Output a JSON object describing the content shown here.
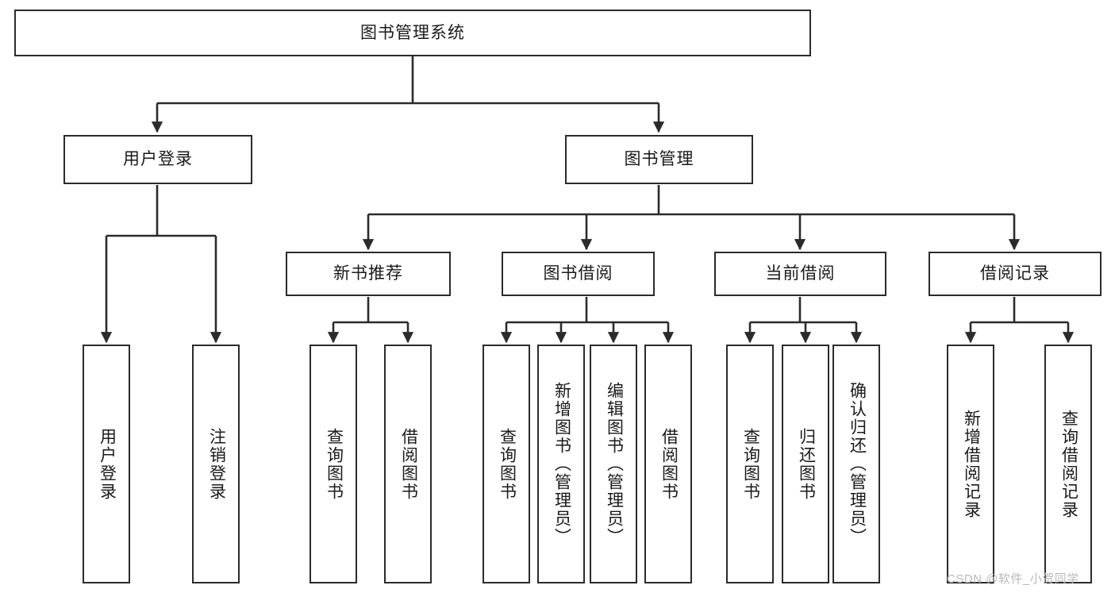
{
  "diagram": {
    "title": "图书管理系统",
    "type": "tree",
    "watermark": "CSDN @软件_小贺同学",
    "colors": {
      "stroke": "#2b2b2b",
      "fill": "#ffffff",
      "text": "#1a1a1a",
      "watermark": "#b9b9b9"
    },
    "root": {
      "label": "图书管理系统"
    },
    "level2": [
      {
        "label": "用户登录"
      },
      {
        "label": "图书管理"
      }
    ],
    "level3": [
      {
        "label": "新书推荐"
      },
      {
        "label": "图书借阅"
      },
      {
        "label": "当前借阅"
      },
      {
        "label": "借阅记录"
      }
    ],
    "leaves": {
      "user_login": [
        {
          "label": "用户登录"
        },
        {
          "label": "注销登录"
        }
      ],
      "new_book_recommend": [
        {
          "label": "查询图书"
        },
        {
          "label": "借阅图书"
        }
      ],
      "book_borrow": [
        {
          "label": "查询图书"
        },
        {
          "label": "新增图书（管理员）"
        },
        {
          "label": "编辑图书（管理员）"
        },
        {
          "label": "借阅图书"
        }
      ],
      "current_borrow": [
        {
          "label": "查询图书"
        },
        {
          "label": "归还图书"
        },
        {
          "label": "确认归还（管理员）"
        }
      ],
      "borrow_record": [
        {
          "label": "新增借阅记录"
        },
        {
          "label": "查询借阅记录"
        }
      ]
    }
  }
}
